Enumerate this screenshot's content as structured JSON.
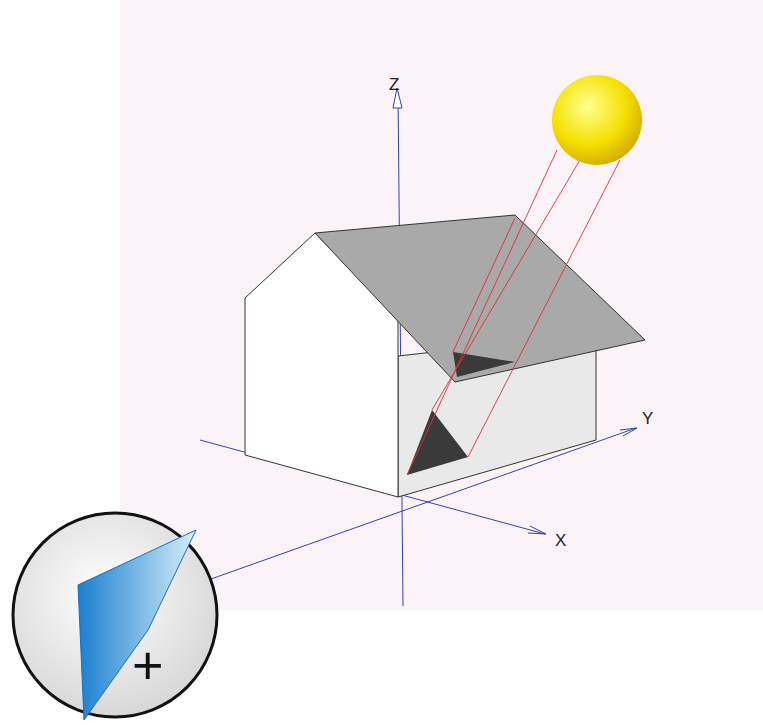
{
  "diagram": {
    "nodes": [
      {
        "text": [
          "+"
        ]
      }
    ],
    "labels": [
      "Z",
      "Y",
      "X"
    ]
  }
}
